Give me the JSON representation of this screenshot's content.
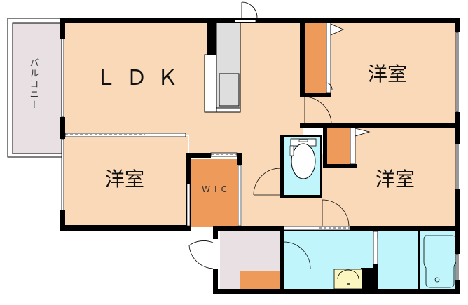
{
  "floorplan": {
    "colors": {
      "room": "#f9d9b8",
      "closet": "#ee9a5a",
      "wet_area": "#bff5fb",
      "balcony": "#e8e0e3",
      "entrance": "#e8e0e3",
      "kitchen_counter": "#dedede",
      "wall": "#000000",
      "sink": "#fbf5c0"
    },
    "rooms": {
      "ldk": "ＬＤＫ",
      "western_room_left": "洋室",
      "western_room_top_right": "洋室",
      "western_room_mid_right": "洋室",
      "wic": "WIC",
      "balcony": "バルコニー"
    }
  }
}
